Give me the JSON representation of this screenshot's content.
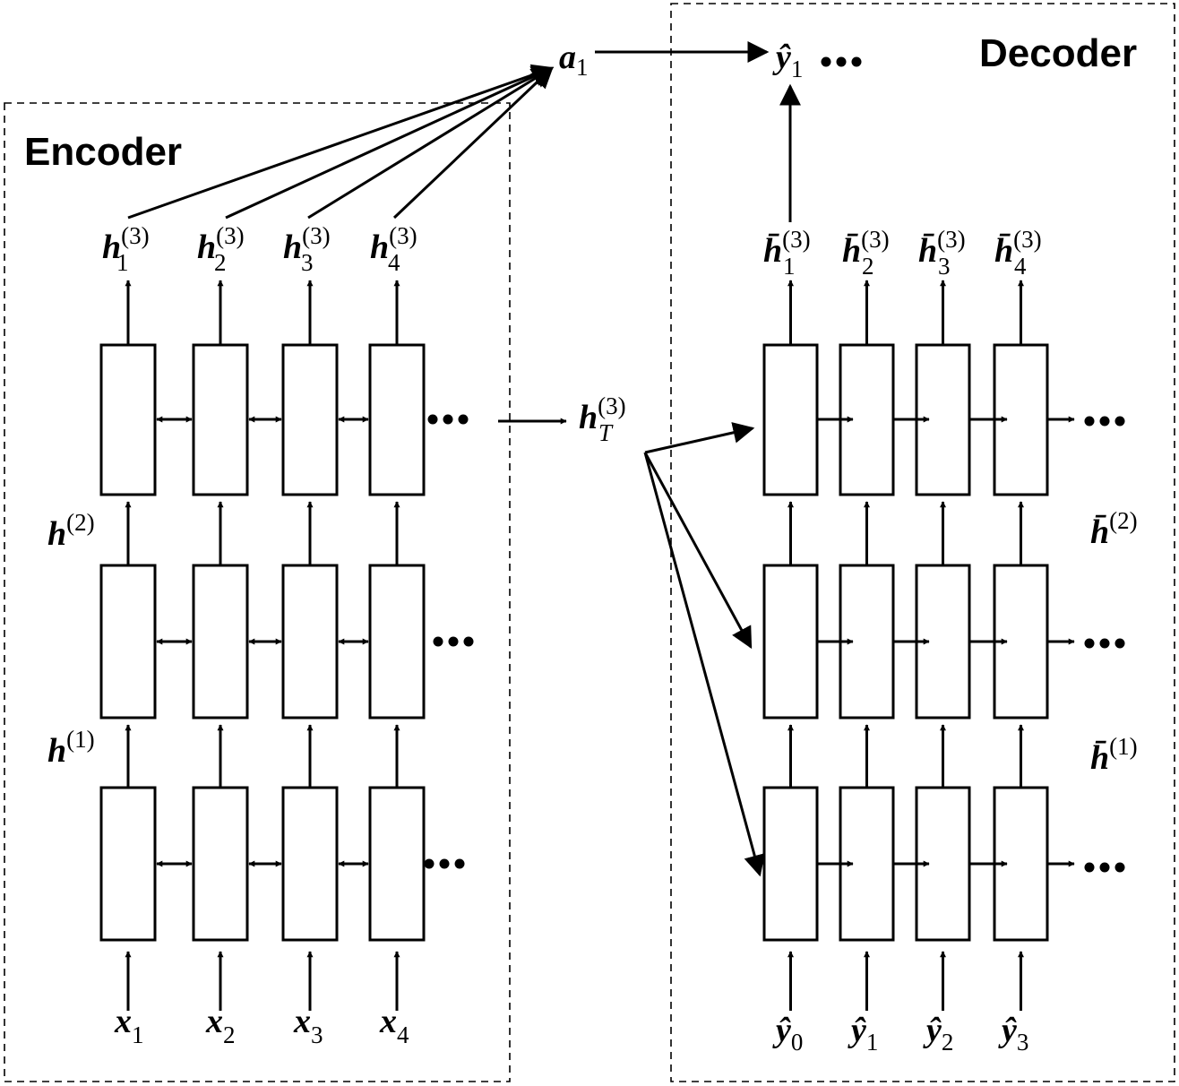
{
  "encoder": {
    "title": "Encoder",
    "top_outputs": [
      {
        "base": "h",
        "sub": "1",
        "sup": "(3)"
      },
      {
        "base": "h",
        "sub": "2",
        "sup": "(3)"
      },
      {
        "base": "h",
        "sub": "3",
        "sup": "(3)"
      },
      {
        "base": "h",
        "sub": "4",
        "sup": "(3)"
      }
    ],
    "layer_labels": [
      {
        "base": "h",
        "sup": "(2)"
      },
      {
        "base": "h",
        "sup": "(1)"
      }
    ],
    "inputs": [
      {
        "base": "x",
        "sub": "1"
      },
      {
        "base": "x",
        "sub": "2"
      },
      {
        "base": "x",
        "sub": "3"
      },
      {
        "base": "x",
        "sub": "4"
      }
    ],
    "final_state": {
      "base": "h",
      "sub": "T",
      "sup": "(3)"
    }
  },
  "attention": {
    "base": "a",
    "sub": "1"
  },
  "decoder": {
    "title": "Decoder",
    "output": {
      "base": "ŷ",
      "sub": "1"
    },
    "top_outputs": [
      {
        "base": "h̄",
        "sub": "1",
        "sup": "(3)"
      },
      {
        "base": "h̄",
        "sub": "2",
        "sup": "(3)"
      },
      {
        "base": "h̄",
        "sub": "3",
        "sup": "(3)"
      },
      {
        "base": "h̄",
        "sub": "4",
        "sup": "(3)"
      }
    ],
    "layer_labels": [
      {
        "base": "h̄",
        "sup": "(2)"
      },
      {
        "base": "h̄",
        "sup": "(1)"
      }
    ],
    "inputs": [
      {
        "base": "ŷ",
        "sub": "0"
      },
      {
        "base": "ŷ",
        "sub": "1"
      },
      {
        "base": "ŷ",
        "sub": "2"
      },
      {
        "base": "ŷ",
        "sub": "3"
      }
    ]
  }
}
